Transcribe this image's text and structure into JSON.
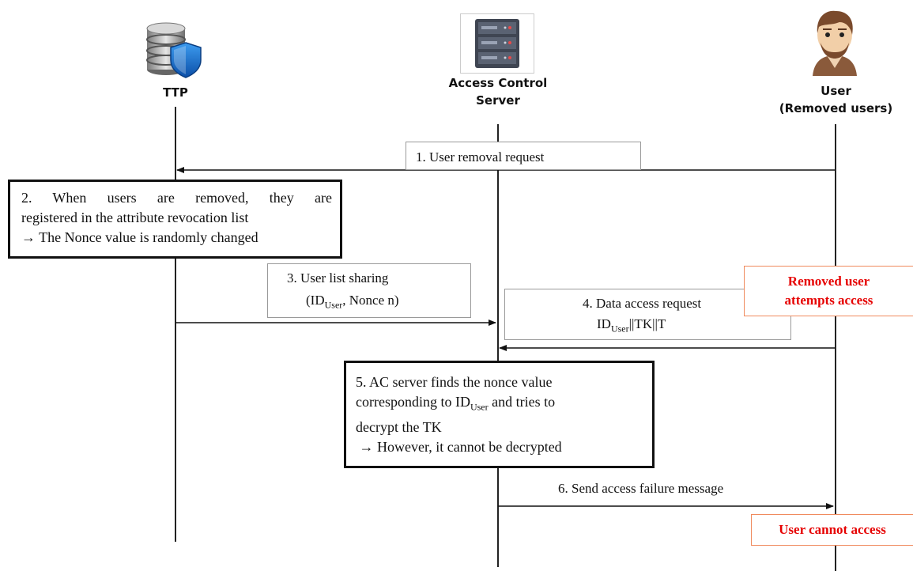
{
  "actors": {
    "ttp": {
      "label": "TTP",
      "icon": "database-shield-icon"
    },
    "server": {
      "label_line1": "Access Control",
      "label_line2": "Server",
      "icon": "server-rack-icon"
    },
    "user": {
      "label_line1": "User",
      "label_line2": "(Removed users)",
      "icon": "user-avatar-icon"
    }
  },
  "messages": {
    "m1": {
      "text": "1. User removal request"
    },
    "m3": {
      "line1": "3. User list sharing",
      "line2_pre": "(ID",
      "line2_sub": "User",
      "line2_post": ", Nonce n)"
    },
    "m4": {
      "line1": "4. Data access request",
      "line2_pre": "ID",
      "line2_sub": "User",
      "line2_post": "||TK||T"
    },
    "m6": {
      "text": "6. Send access failure message"
    }
  },
  "steps": {
    "s2": {
      "line1": "2. When users are removed, they are",
      "line2": "registered in the attribute revocation list",
      "line3": "→ The Nonce value is randomly changed"
    },
    "s5": {
      "line1": "5. AC server finds the nonce value",
      "line2_pre": "corresponding to ID",
      "line2_sub": "User",
      "line2_post": " and tries to",
      "line3": "decrypt the TK",
      "line4": " → However, it cannot be decrypted"
    }
  },
  "notes": {
    "removed": {
      "line1": "Removed user",
      "line2": "attempts access"
    },
    "cannot": {
      "text": "User cannot access"
    }
  },
  "colors": {
    "alert": "#e60000",
    "alert_border": "#f08a5d"
  }
}
